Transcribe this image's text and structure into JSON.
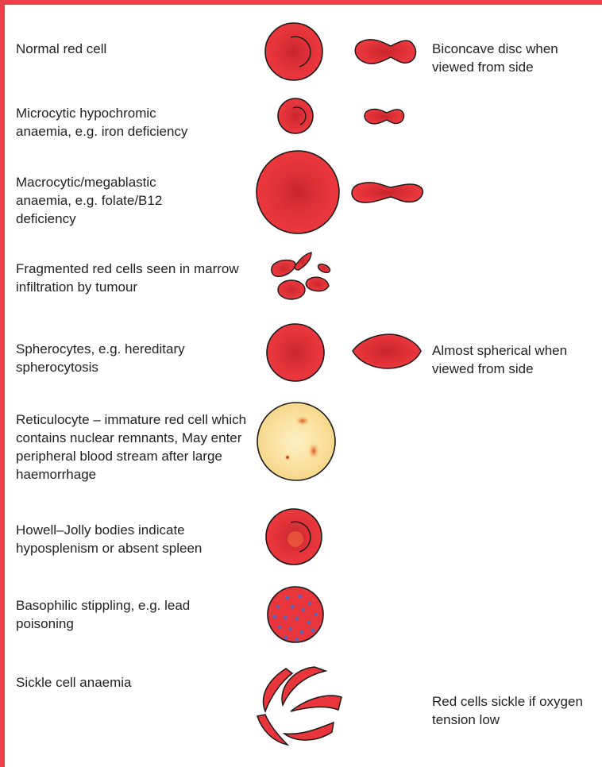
{
  "colors": {
    "frame": "#e2454b",
    "cell": "#e9363c",
    "cell_center": "#c8242b",
    "outline": "#1a1a1a",
    "reticulocyte_fill": "#fbe6a2",
    "reticulocyte_mark": "#e07a3c",
    "stipple": "#5a64b4"
  },
  "rows": [
    {
      "id": "normal",
      "label": "Normal red cell",
      "note": "Biconcave disc when viewed from side"
    },
    {
      "id": "microcytic",
      "label": "Microcytic hypochromic anaemia, e.g. iron deficiency",
      "note": ""
    },
    {
      "id": "macrocytic",
      "label": "Macrocytic/megablastic anaemia, e.g. folate/B12 deficiency",
      "note": ""
    },
    {
      "id": "fragmented",
      "label": "Fragmented red cells seen in marrow infiltration by tumour",
      "note": ""
    },
    {
      "id": "spherocytes",
      "label": "Spherocytes, e.g. hereditary spherocytosis",
      "note": "Almost spherical when viewed from side"
    },
    {
      "id": "reticulocyte",
      "label": "Reticulocyte – immature red cell which contains nuclear remnants, May enter peripheral blood stream after large haemorrhage",
      "note": ""
    },
    {
      "id": "howell-jolly",
      "label": "Howell–Jolly bodies indicate hyposplenism or absent spleen",
      "note": ""
    },
    {
      "id": "basophilic",
      "label": "Basophilic stippling, e.g. lead poisoning",
      "note": ""
    },
    {
      "id": "sickle",
      "label": "Sickle cell anaemia",
      "note": "Red cells sickle if oxygen tension low"
    }
  ]
}
